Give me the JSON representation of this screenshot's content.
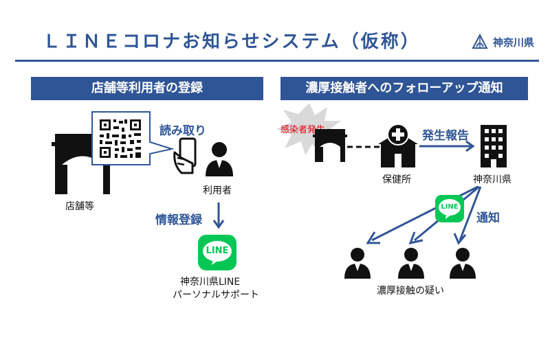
{
  "header": {
    "title": "ＬＩＮＥコロナお知らせシステム（仮称）",
    "logo_text": "神奈川県"
  },
  "left_section": {
    "bar_label": "店舗等利用者の登録",
    "store_label": "店舗等",
    "scan_label": "読み取り",
    "user_label": "利用者",
    "register_label": "情報登録",
    "line_badge": "LINE",
    "service_line1": "神奈川県LINE",
    "service_line2": "パーソナルサポート"
  },
  "right_section": {
    "bar_label": "濃厚接触者へのフォローアップ通知",
    "infection_label": "感染者発生",
    "health_center_label": "保健所",
    "report_label": "発生報告",
    "prefecture_label": "神奈川県",
    "line_badge": "LINE",
    "notify_label": "通知",
    "contacts_label": "濃厚接触の疑い"
  },
  "colors": {
    "brand_blue": "#2f5597",
    "line_green": "#06c755",
    "alert_red": "#e0000f"
  }
}
